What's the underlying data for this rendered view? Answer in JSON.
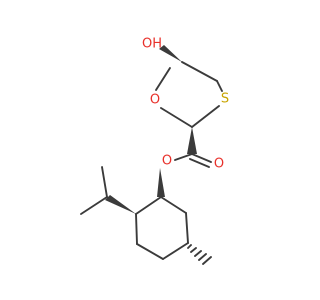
{
  "molecule": {
    "colors": {
      "bond": "#3b3b3b",
      "oxygen": "#e8302a",
      "sulfur": "#c8a400",
      "background": "#ffffff"
    },
    "atom_labels": {
      "hydroxyl": "OH",
      "hydroxyl_hydrogen": "H",
      "ring_oxygen": "O",
      "ring_sulfur": "S",
      "ester_oxygen": "O",
      "carbonyl_oxygen": "O"
    }
  }
}
